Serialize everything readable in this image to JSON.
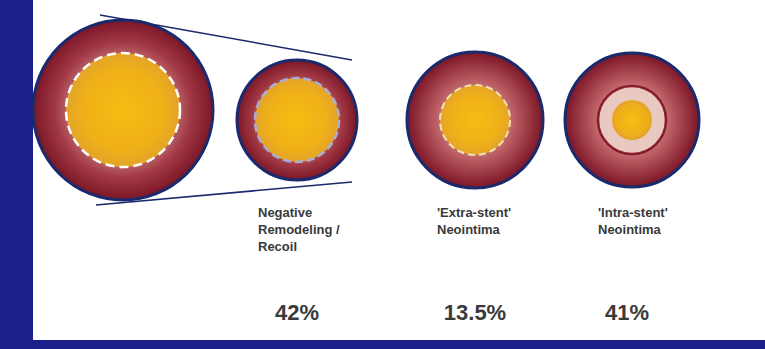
{
  "diagram": {
    "labels": [
      "Negative Remodeling / Recoil",
      "42%",
      "'Extra-stent' Neointima",
      "13.5%",
      "'Intra-stent' Neointima",
      "41%"
    ]
  }
}
